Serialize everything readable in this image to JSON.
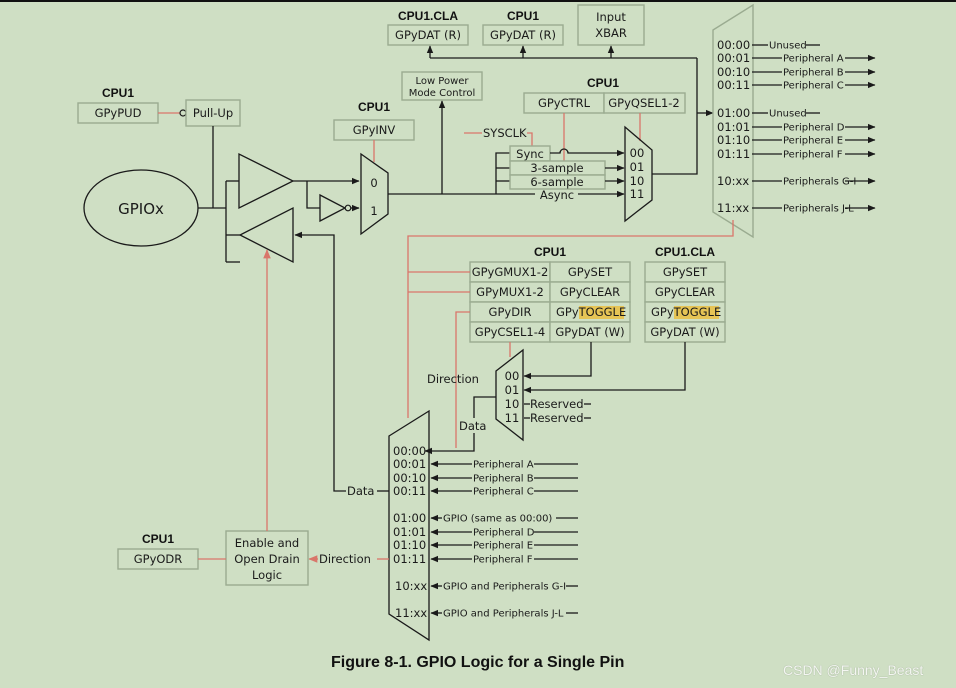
{
  "figure": {
    "caption": "Figure 8-1. GPIO Logic for a Single Pin",
    "watermark": "CSDN @Funny_Beast",
    "colors": {
      "background": "#cfdfc4",
      "control_line": "#d9766a",
      "signal_line": "#1a1a1a",
      "box_border": "#9aab90",
      "highlight": "#e6c455"
    }
  },
  "pin": {
    "label": "GPIOx"
  },
  "pullup": {
    "owner": "CPU1",
    "register": "GPyPUD",
    "block": "Pull-Up"
  },
  "inversion": {
    "owner": "CPU1",
    "register": "GPyINV",
    "mux_inputs": [
      "0",
      "1"
    ]
  },
  "low_power": {
    "line1": "Low Power",
    "line2": "Mode Control"
  },
  "read_regs": [
    {
      "owner": "CPU1.CLA",
      "register": "GPyDAT (R)"
    },
    {
      "owner": "CPU1",
      "register": "GPyDAT (R)"
    },
    {
      "owner": "",
      "line1": "Input",
      "line2": "XBAR"
    }
  ],
  "qualification": {
    "owner": "CPU1",
    "registers": [
      "GPyCTRL",
      "GPyQSEL1-2"
    ],
    "clock": "SYSCLK",
    "modes": [
      "Sync",
      "3-sample",
      "6-sample",
      "Async"
    ],
    "mux_inputs": [
      "00",
      "01",
      "10",
      "11"
    ]
  },
  "input_mux": {
    "rows": [
      {
        "code": "00:00",
        "label": "Unused",
        "arrow": false
      },
      {
        "code": "00:01",
        "label": "Peripheral A",
        "arrow": true
      },
      {
        "code": "00:10",
        "label": "Peripheral B",
        "arrow": true
      },
      {
        "code": "00:11",
        "label": "Peripheral C",
        "arrow": true
      },
      {
        "code": "01:00",
        "label": "Unused",
        "arrow": false
      },
      {
        "code": "01:01",
        "label": "Peripheral D",
        "arrow": true
      },
      {
        "code": "01:10",
        "label": "Peripheral E",
        "arrow": true
      },
      {
        "code": "01:11",
        "label": "Peripheral F",
        "arrow": true
      },
      {
        "code": "10:xx",
        "label": "Peripherals G-I",
        "arrow": true
      },
      {
        "code": "11:xx",
        "label": "Peripherals J-L",
        "arrow": true
      }
    ]
  },
  "cpu1_regs": {
    "owner": "CPU1",
    "grid": [
      [
        "GPyGMUX1-2",
        "GPySET"
      ],
      [
        "GPyMUX1-2",
        "GPyCLEAR"
      ],
      [
        "GPyDIR",
        "GPyTOGGLE"
      ],
      [
        "GPyCSEL1-4",
        "GPyDAT (W)"
      ]
    ]
  },
  "cla_regs": {
    "owner": "CPU1.CLA",
    "list": [
      "GPySET",
      "GPyCLEAR",
      "GPyTOGGLE",
      "GPyDAT (W)"
    ]
  },
  "toggle": {
    "prefix": "GPy",
    "highlight": "TOGGLE"
  },
  "master_mux": {
    "inputs": [
      "00",
      "01",
      "10",
      "11"
    ],
    "reserved": [
      "Reserved",
      "Reserved"
    ],
    "direction_label": "Direction",
    "data_label": "Data"
  },
  "output_mux": {
    "rows": [
      {
        "code": "00:00",
        "label": ""
      },
      {
        "code": "00:01",
        "label": "Peripheral A"
      },
      {
        "code": "00:10",
        "label": "Peripheral B"
      },
      {
        "code": "00:11",
        "label": "Peripheral C"
      },
      {
        "code": "01:00",
        "label": "GPIO (same as 00:00)"
      },
      {
        "code": "01:01",
        "label": "Peripheral D"
      },
      {
        "code": "01:10",
        "label": "Peripheral E"
      },
      {
        "code": "01:11",
        "label": "Peripheral F"
      },
      {
        "code": "10:xx",
        "label": "GPIO and Peripherals G-I"
      },
      {
        "code": "11:xx",
        "label": "GPIO and Peripherals J-L"
      }
    ],
    "data_label": "Data",
    "direction_label": "Direction"
  },
  "open_drain": {
    "owner": "CPU1",
    "register": "GPyODR",
    "line1": "Enable and",
    "line2": "Open Drain",
    "line3": "Logic"
  }
}
